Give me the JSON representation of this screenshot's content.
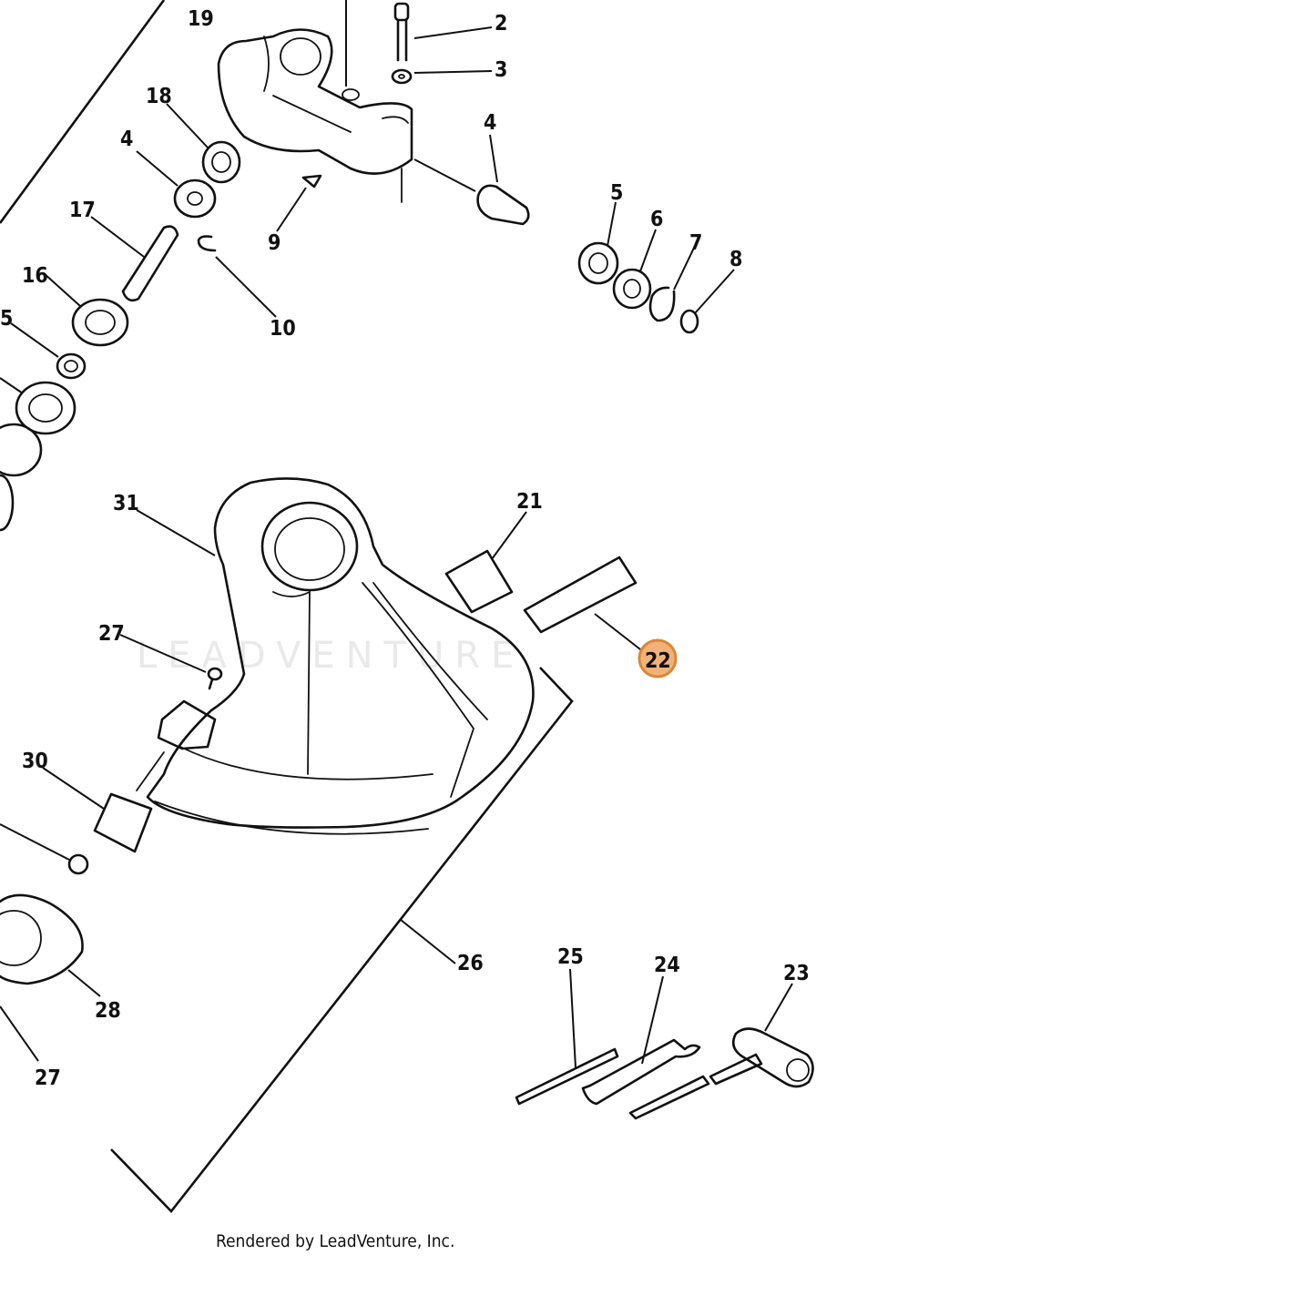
{
  "diagram": {
    "watermark": "LEADVENTURE",
    "footer": "Rendered by LeadVenture, Inc.",
    "highlight_color": "#f0b27a",
    "callouts": {
      "c19": "19",
      "c2": "2",
      "c3": "3",
      "c4a": "4",
      "c18": "18",
      "c4b": "4",
      "c17": "17",
      "c9": "9",
      "c10": "10",
      "c16": "16",
      "c15": "5",
      "c5": "5",
      "c6": "6",
      "c7": "7",
      "c8": "8",
      "c31": "31",
      "c21": "21",
      "c22": "22",
      "c27a": "27",
      "c30": "30",
      "c26": "26",
      "c28": "28",
      "c27b": "27",
      "c25": "25",
      "c24": "24",
      "c23": "23"
    },
    "highlighted_callout": "22"
  }
}
